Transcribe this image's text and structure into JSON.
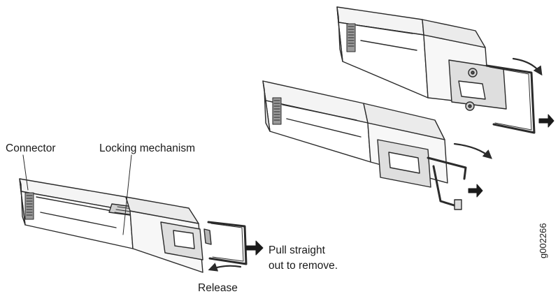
{
  "labels": {
    "connector": "Connector",
    "locking_mechanism": "Locking mechanism",
    "pull_line1": "Pull straight",
    "pull_line2": "out to remove.",
    "release": "Release",
    "figure_id": "g002266"
  },
  "colors": {
    "stroke": "#2b2b2b",
    "fill_light": "#f2f2f2",
    "fill_mid": "#dcdcdc",
    "fill_dark": "#8c8c8c",
    "background": "#ffffff"
  }
}
